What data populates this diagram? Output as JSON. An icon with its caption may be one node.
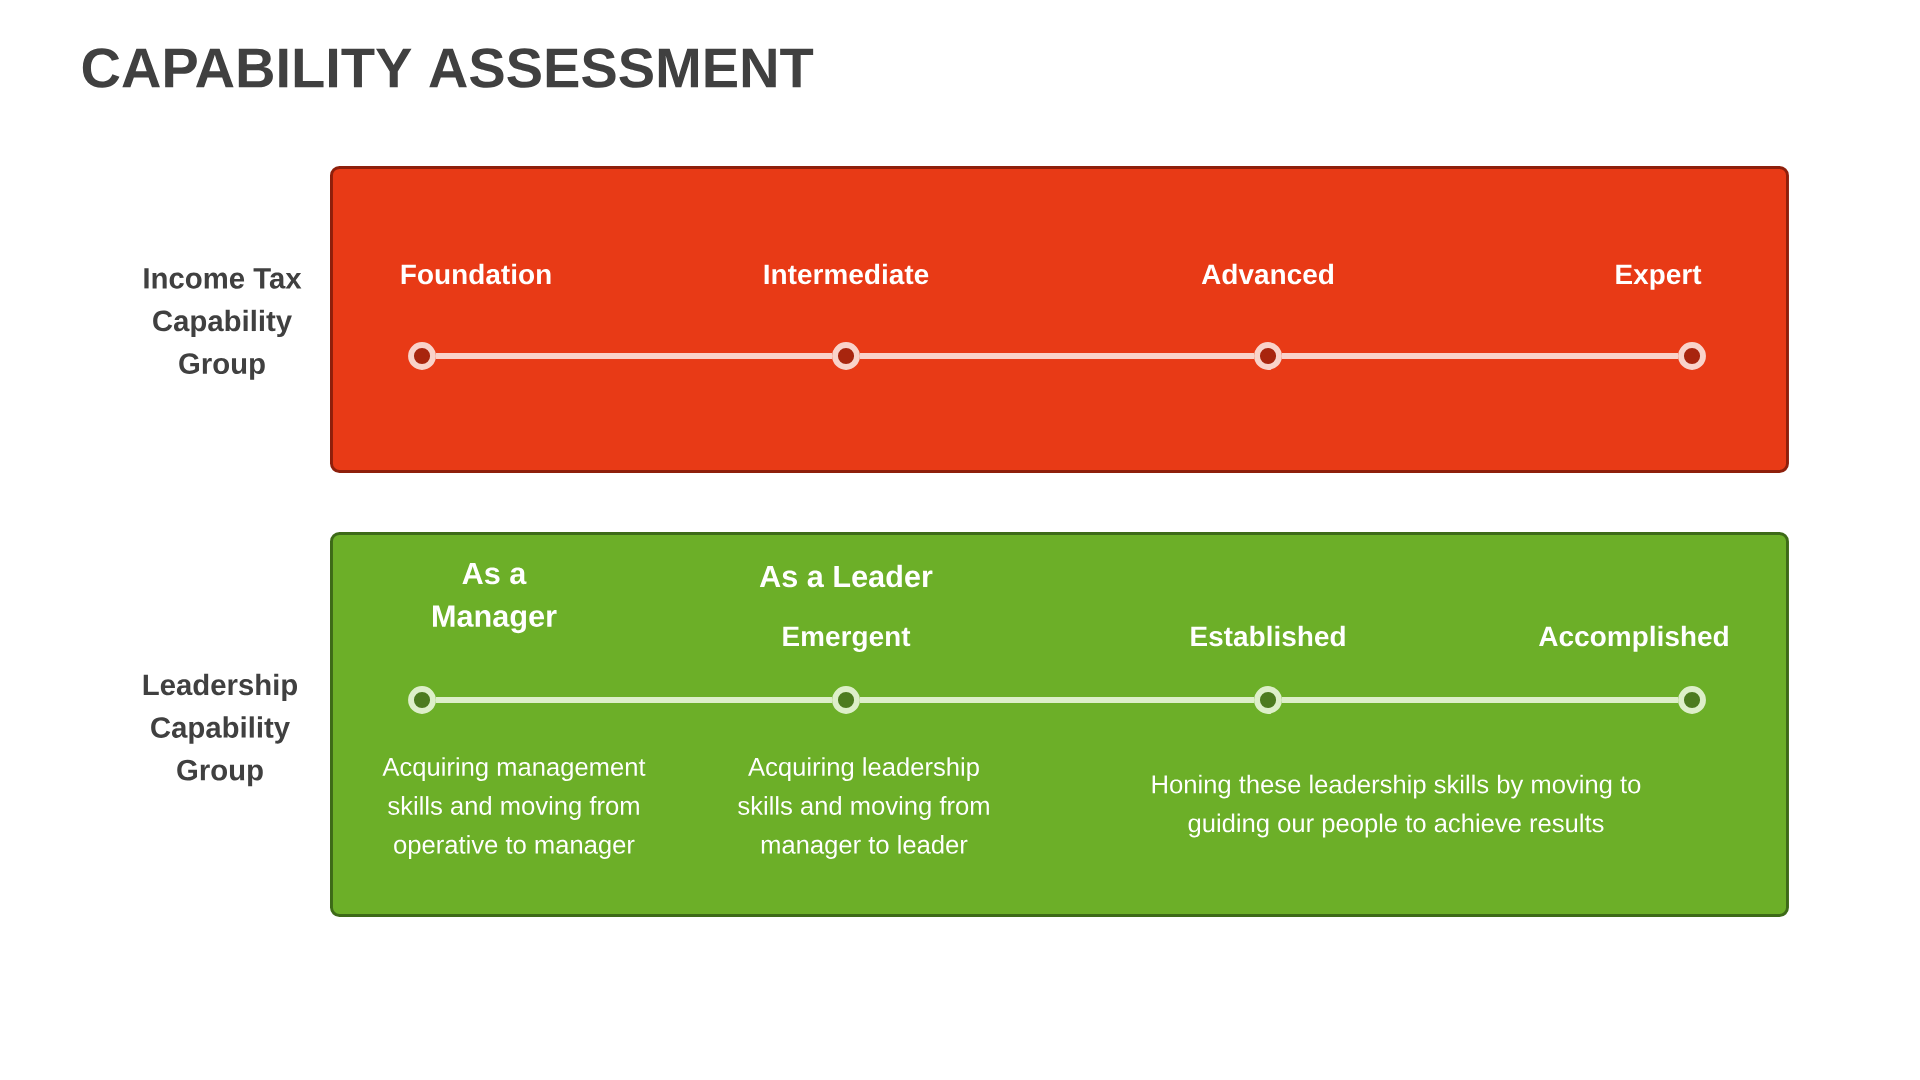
{
  "diagram": {
    "title": "CAPABILITY ASSESSMENT",
    "nodes": [
      {
        "text": [
          "Income Tax Capability Group"
        ]
      },
      {
        "text": [],
        "shape": "circle",
        "in": 0,
        "beside": [
          "Foundation"
        ]
      },
      {
        "text": [],
        "shape": "circle",
        "in": 0,
        "beside": [
          "Intermediate"
        ]
      },
      {
        "text": [],
        "shape": "circle",
        "in": 0,
        "beside": [
          "Advanced"
        ]
      },
      {
        "text": [],
        "shape": "circle",
        "in": 0,
        "beside": [
          "Expert"
        ]
      },
      {
        "text": [
          "Leadership Capability Group"
        ]
      },
      {
        "text": [],
        "shape": "circle",
        "in": 5,
        "beside": [
          "As a Manager",
          "Acquiring management skills and moving from operative to manager"
        ]
      },
      {
        "text": [],
        "shape": "circle",
        "in": 5,
        "beside": [
          "As a Leader",
          "Emergent",
          "Acquiring leadership skills and moving from manager to leader"
        ]
      },
      {
        "text": [],
        "shape": "circle",
        "in": 5,
        "beside": [
          "Established"
        ]
      },
      {
        "text": [],
        "shape": "circle",
        "in": 5,
        "beside": [
          "Accomplished"
        ]
      }
    ],
    "edges": [
      {
        "from": 1,
        "to": 2,
        "arrow": "none"
      },
      {
        "from": 2,
        "to": 3,
        "arrow": "none"
      },
      {
        "from": 3,
        "to": 4,
        "arrow": "none"
      },
      {
        "from": 6,
        "to": 7,
        "arrow": "none",
        "color": "#ddefc9"
      },
      {
        "from": 7,
        "to": 8,
        "arrow": "none",
        "color": "#ddefc9"
      },
      {
        "from": 8,
        "to": 9,
        "arrow": "none",
        "color": "#ddefc9"
      }
    ],
    "labels": [
      "Honing these leadership skills by moving to guiding our people to achieve results"
    ]
  }
}
